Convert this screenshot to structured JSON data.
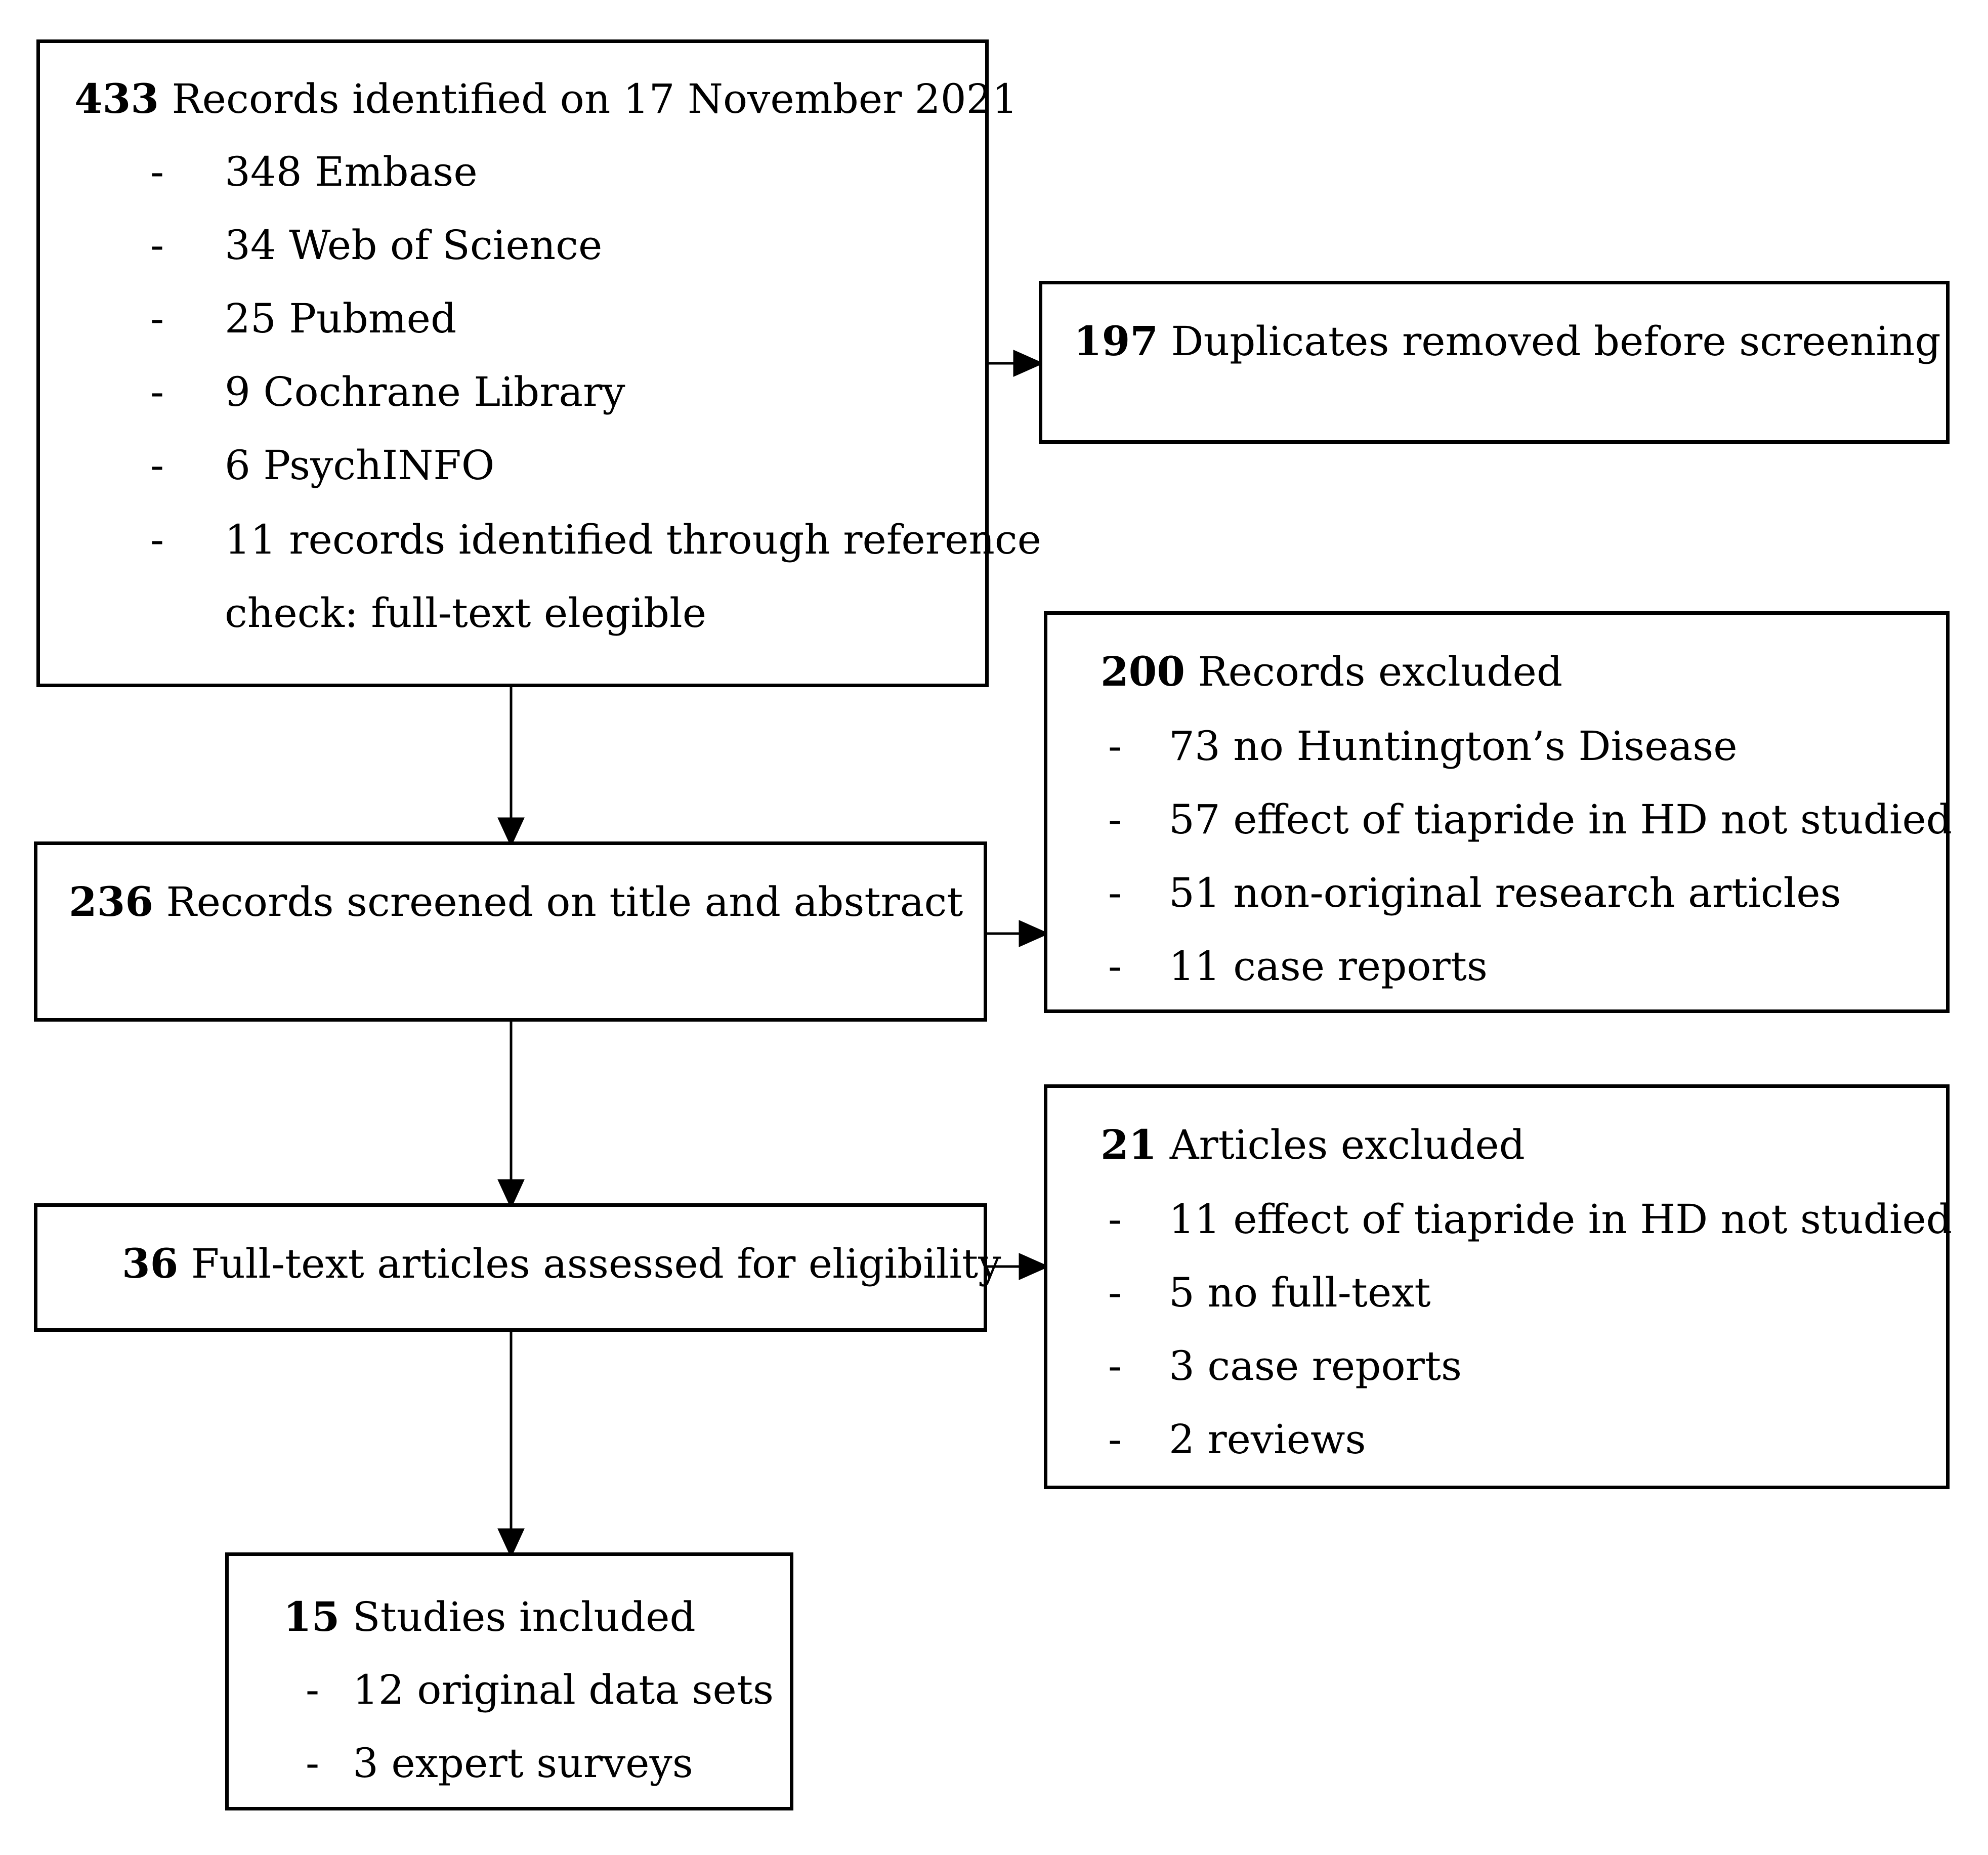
{
  "identification": {
    "count": "433",
    "label": "Records identified on 17 November 2021",
    "items": [
      "348 Embase",
      "34 Web of Science",
      "25 Pubmed",
      "9 Cochrane Library",
      "6 PsychINFO",
      "11 records identified through reference",
      "check: full-text elegible"
    ],
    "bullet": "-"
  },
  "duplicates": {
    "count": "197",
    "label": "Duplicates removed before screening"
  },
  "screened": {
    "count": "236",
    "label": "Records screened on title and abstract"
  },
  "records_excluded": {
    "count": "200",
    "label": "Records excluded",
    "items": [
      "73 no Huntington’s Disease",
      "57 effect of tiapride in HD not studied",
      "51 non-original research articles",
      "11 case reports"
    ],
    "bullet": "-"
  },
  "fulltext": {
    "count": "36",
    "label": "Full-text articles assessed for eligibility"
  },
  "articles_excluded": {
    "count": "21",
    "label": "Articles excluded",
    "items": [
      "11 effect of tiapride in HD not studied",
      "5 no full-text",
      "3 case reports",
      "2 reviews"
    ],
    "bullet": "-"
  },
  "included": {
    "count": "15",
    "label": "Studies included",
    "items": [
      "12 original data sets",
      "3 expert surveys"
    ],
    "bullet": "-"
  }
}
